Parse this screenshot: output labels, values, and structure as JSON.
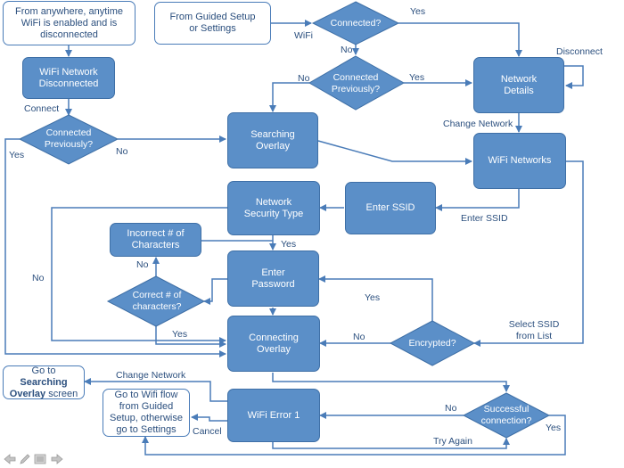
{
  "colors": {
    "fill": "#5b8fc8",
    "stroke": "#3e6fa6",
    "text_on_fill": "#ffffff",
    "outline": "#4a7cb8",
    "label": "#2b4f7e"
  },
  "nodes": {
    "start_anywhere": "From anywhere, anytime WiFi is enabled and is disconnected",
    "guided_setup": "From Guided Setup or Settings",
    "wifi_disconnected": "WiFi Network Disconnected",
    "network_details": "Network Details",
    "searching_overlay": "Searching Overlay",
    "wifi_networks": "WiFi Networks",
    "security_type": "Network Security Type",
    "enter_ssid": "Enter SSID",
    "incorrect_chars": "Incorrect # of Characters",
    "enter_password": "Enter Password",
    "connecting_overlay": "Connecting Overlay",
    "wifi_error": "WiFi Error 1",
    "wifi_flow_note": "Go to Wifi flow from Guided Setup, otherwise go to Settings",
    "goto_prefix": "Go to ",
    "goto_bold": "Searching Overlay",
    "goto_suffix": " screen"
  },
  "decisions": {
    "connected_top": "Connected?",
    "connected_prev_top": "Connected Previously?",
    "connected_prev_left": "Connected Previously?",
    "correct_chars": "Correct # of characters?",
    "encrypted": "Encrypted?",
    "successful": "Successful connection?"
  },
  "labels": {
    "yes": "Yes",
    "no": "No",
    "wifi": "WiFi",
    "connect": "Connect",
    "disconnect": "Disconnect",
    "change_network": "Change Network",
    "enter_ssid": "Enter SSID",
    "select_ssid": "Select SSID from List",
    "cancel": "Cancel",
    "try_again": "Try Again"
  },
  "toolbar": {
    "icons": [
      "back-arrow",
      "pencil",
      "list",
      "forward-arrow"
    ]
  }
}
